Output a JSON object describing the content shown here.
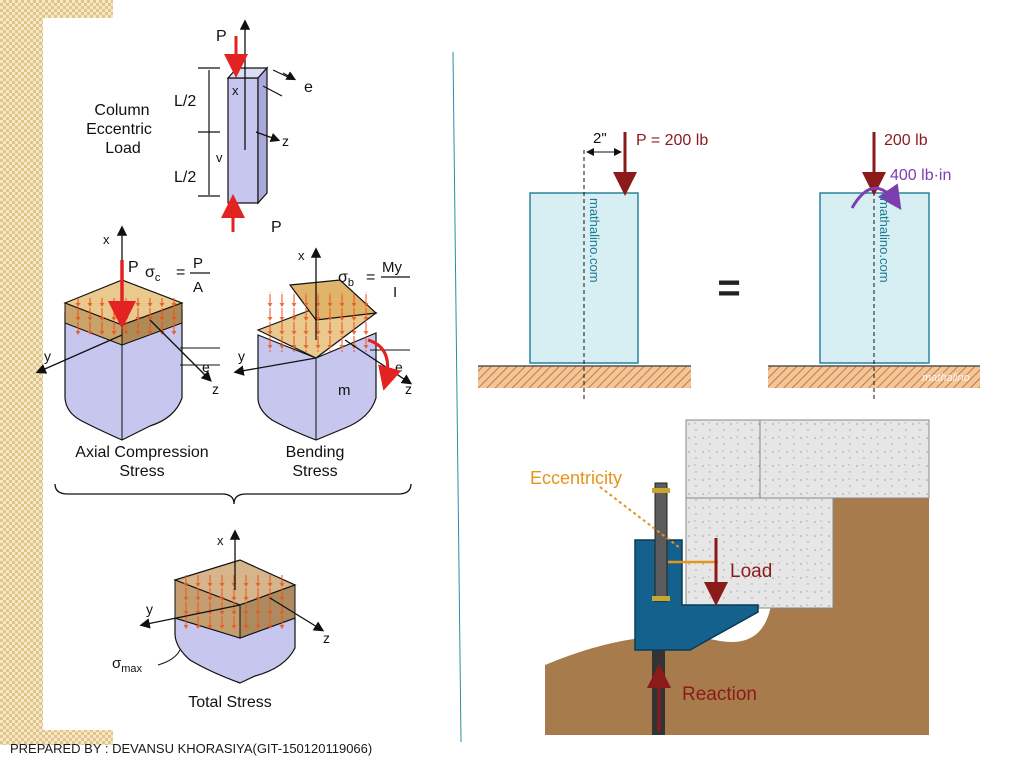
{
  "column_diagram": {
    "title_line1": "Column",
    "title_line2": "Eccentric",
    "title_line3": "Load",
    "load_label_top": "P",
    "load_label_bottom": "P",
    "half_length_top": "L/2",
    "half_length_bottom": "L/2",
    "axis_x": "x",
    "axis_v": "v",
    "axis_z": "z",
    "eccentricity": "e"
  },
  "axial_block": {
    "axis_x": "x",
    "axis_y": "y",
    "axis_z": "z",
    "load_label": "P",
    "sigma": "σ",
    "subscript": "c",
    "numerator": "P",
    "denominator": "A",
    "eccentricity": "e",
    "caption_line1": "Axial Compression",
    "caption_line2": "Stress"
  },
  "bending_block": {
    "axis_x": "x",
    "axis_y": "y",
    "axis_z": "z",
    "sigma": "σ",
    "subscript": "b",
    "numerator": "My",
    "denominator": "I",
    "eccentricity": "e",
    "moment": "m",
    "caption_line1": "Bending",
    "caption_line2": "Stress"
  },
  "total_block": {
    "axis_x": "x",
    "axis_y": "y",
    "axis_z": "z",
    "sigma": "σ",
    "subscript": "max",
    "caption": "Total Stress"
  },
  "mathalino_left": {
    "offset": "2\"",
    "load": "P = 200 lb",
    "watermark": "mathalino.com"
  },
  "equals_sign": "=",
  "mathalino_right": {
    "load": "200 lb",
    "moment": "400 lb·in",
    "watermark": "mathalino.com",
    "corner_mark": "mathalino"
  },
  "bracket_diagram": {
    "eccentricity": "Eccentricity",
    "load": "Load",
    "reaction": "Reaction"
  },
  "footer": "PREPARED BY : DEVANSU KHORASIYA(GIT-150120119066)",
  "colors": {
    "load_arrow_red": "#e32222",
    "dark_red": "#8b1a1a",
    "column_blue": "#c6c6ee",
    "stress_orange": "#e8561f",
    "moment_purple": "#7b3fb0",
    "mathalino_block": "#d7eef3",
    "eccentricity_orange": "#e8931c",
    "bracket_blue": "#13618c",
    "soil_brown": "#a87b4d"
  }
}
